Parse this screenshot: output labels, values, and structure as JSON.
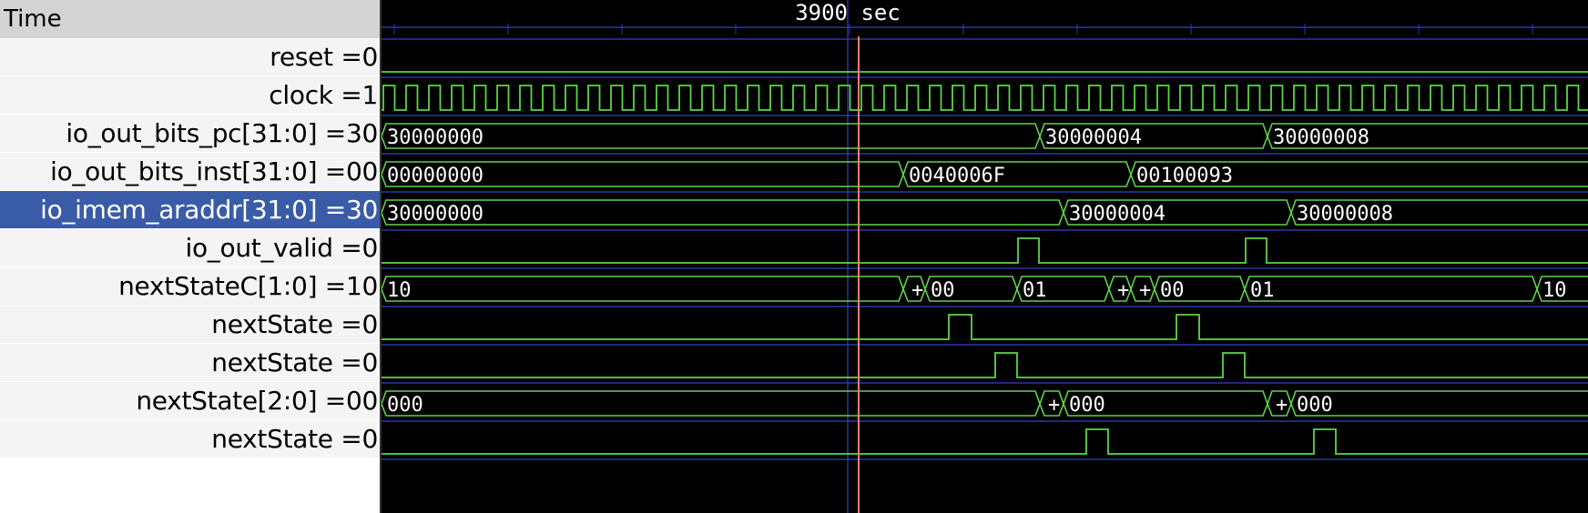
{
  "names_header": "Time",
  "time_marker": "3900 sec",
  "signals": [
    {
      "label": "reset =0",
      "type": "bit",
      "highs": []
    },
    {
      "label": "clock =1",
      "type": "clock"
    },
    {
      "label": "io_out_bits_pc[31:0] =30",
      "type": "bus",
      "segs": [
        {
          "v": "30000000"
        },
        {
          "v": "30000004"
        },
        {
          "v": "30000008"
        }
      ]
    },
    {
      "label": "io_out_bits_inst[31:0] =00",
      "type": "bus",
      "segs": [
        {
          "v": "00000000"
        },
        {
          "v": "0040006F"
        },
        {
          "v": "00100093"
        }
      ]
    },
    {
      "label": "io_imem_araddr[31:0] =30",
      "type": "bus",
      "selected": true,
      "segs": [
        {
          "v": "30000000"
        },
        {
          "v": "30000004"
        },
        {
          "v": "30000008"
        }
      ]
    },
    {
      "label": "io_out_valid =0",
      "type": "bit"
    },
    {
      "label": "nextStateC[1:0] =10",
      "type": "bus",
      "segs": [
        {
          "v": "10"
        },
        {
          "v": "+"
        },
        {
          "v": "00"
        },
        {
          "v": "01"
        },
        {
          "v": "+"
        },
        {
          "v": "+"
        },
        {
          "v": "00"
        },
        {
          "v": "01"
        },
        {
          "v": "10"
        }
      ]
    },
    {
      "label": "nextState =0",
      "type": "bit"
    },
    {
      "label": "nextState =0",
      "type": "bit"
    },
    {
      "label": "nextState[2:0] =00",
      "type": "bus",
      "segs": [
        {
          "v": "000"
        },
        {
          "v": "+"
        },
        {
          "v": "000"
        },
        {
          "v": "+"
        },
        {
          "v": "000"
        }
      ]
    },
    {
      "label": "nextState =0",
      "type": "bit"
    }
  ]
}
